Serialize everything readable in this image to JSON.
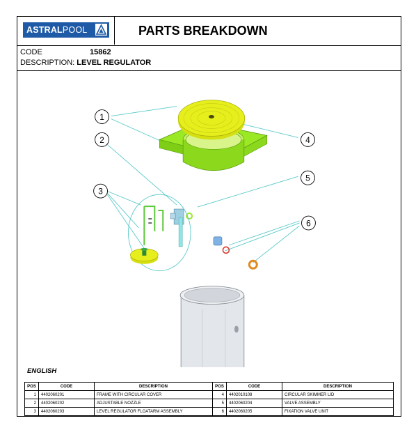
{
  "header": {
    "brand": {
      "bold": "ASTRAL",
      "thin": "POOL"
    },
    "title": "PARTS BREAKDOWN"
  },
  "info": {
    "code_label": "CODE",
    "code_value": "15862",
    "description_label": "DESCRIPTION:",
    "description_value": "LEVEL REGULATOR"
  },
  "callouts": [
    "1",
    "2",
    "3",
    "4",
    "5",
    "6"
  ],
  "language": "ENGLISH",
  "table": {
    "columns": [
      "POS",
      "CODE",
      "DESCRIPTION",
      "POS",
      "CODE",
      "DESCRIPTION"
    ],
    "rows": [
      {
        "pos_a": "1",
        "code_a": "4402060201",
        "desc_a": "FRAME WITH CIRCULAR COVER",
        "pos_b": "4",
        "code_b": "4402010108",
        "desc_b": "CIRCULAR SKIMMER LID"
      },
      {
        "pos_a": "2",
        "code_a": "4402060202",
        "desc_a": "ADJUSTABLE NOZZLE",
        "pos_b": "5",
        "code_b": "4402060204",
        "desc_b": "VALVE ASSEMBLY"
      },
      {
        "pos_a": "3",
        "code_a": "4402060203",
        "desc_a": "LEVEL REGULATOR FLOATARM ASSEMBLY",
        "pos_b": "6",
        "code_b": "4402060205",
        "desc_b": "FIXATION VALVE UNIT"
      }
    ]
  },
  "colors": {
    "brand_blue": "#1f5aa6",
    "part_yellow": "#e6ef1c",
    "part_green": "#9be824",
    "leader_cyan": "#5cc9c9",
    "part_red": "#d83a2f",
    "part_orange": "#e0891e"
  }
}
